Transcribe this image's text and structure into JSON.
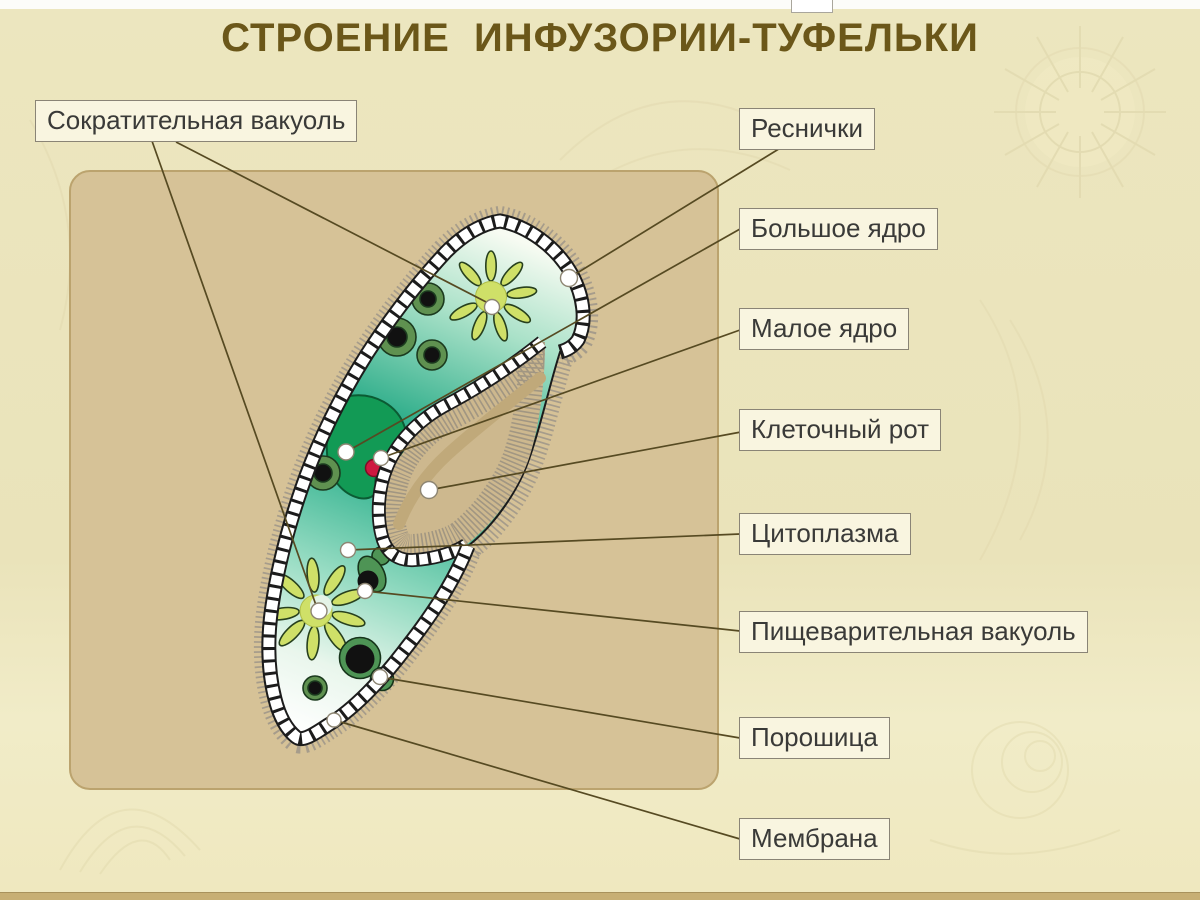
{
  "title": "СТРОЕНИЕ  ИНФУЗОРИИ-ТУФЕЛЬКИ",
  "labels": {
    "contractile_vacuole": "Сократительная вакуоль",
    "cilia": "Реснички",
    "macronucleus": "Большое ядро",
    "micronucleus": "Малое ядро",
    "cell_mouth": "Клеточный рот",
    "cytoplasm": "Цитоплазма",
    "digestive_vacuole": "Пищеварительная вакуоль",
    "anal_pore": "Порошица",
    "membrane": "Мембрана"
  },
  "colors": {
    "title_text": "#6b5719",
    "background": "#ebe4bc",
    "panel": "#d6c297",
    "panel_border": "#bba36e",
    "label_bg": "#f9f5e0",
    "label_border": "#8a8476",
    "label_text": "#3a3a38",
    "leader_line": "#564a22",
    "cell_teal": "#3bb28e",
    "cilia_gray": "#a39a8a",
    "membrane_white": "#ffffff",
    "macronucleus_green": "#129a55",
    "micronucleus_red": "#ce1840",
    "vacuole_green": "#4e9455",
    "star_yellow": "#cfe068",
    "groove_tan": "#cdb88e",
    "bottom_bar": "#c7af74"
  }
}
